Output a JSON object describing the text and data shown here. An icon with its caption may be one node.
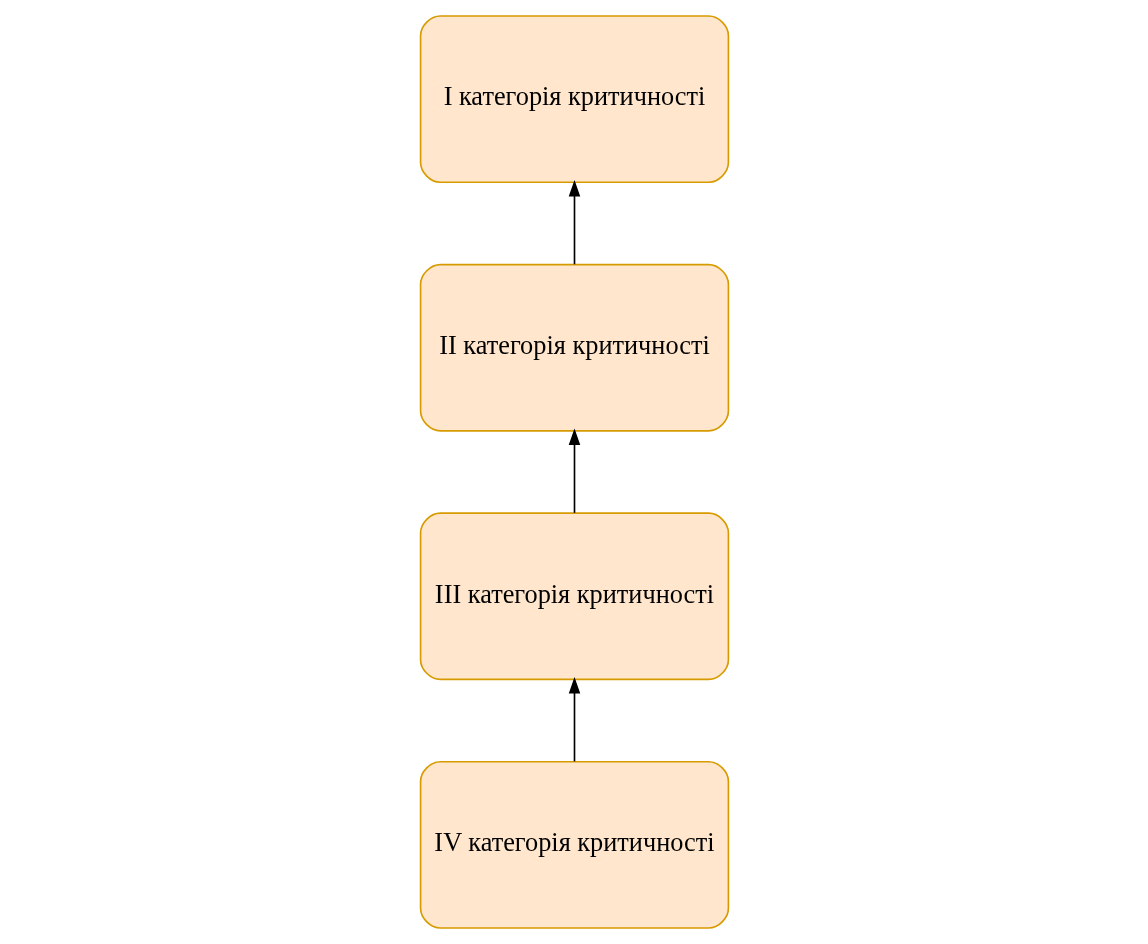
{
  "diagram": {
    "nodes": [
      {
        "text": [
          "I категорія критичності"
        ]
      },
      {
        "text": [
          "II категорія критичності"
        ]
      },
      {
        "text": [
          "III категорія критичності"
        ]
      },
      {
        "text": [
          "IV категорія критичності"
        ]
      }
    ],
    "edges": [
      {
        "from": 1,
        "to": 0,
        "arrow": "to"
      },
      {
        "from": 2,
        "to": 1,
        "arrow": "to"
      },
      {
        "from": 3,
        "to": 2,
        "arrow": "to"
      }
    ]
  }
}
